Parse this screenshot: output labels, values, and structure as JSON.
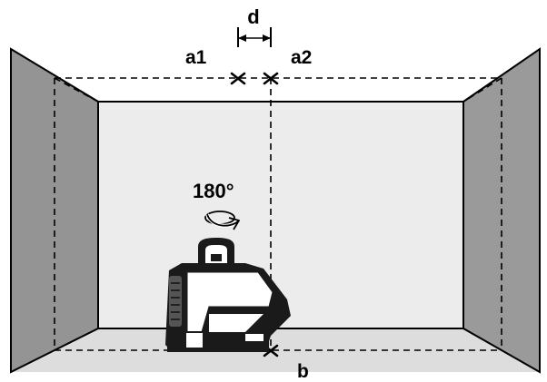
{
  "labels": {
    "dimension": "d",
    "point_a1": "a1",
    "point_a2": "a2",
    "rotation": "180°",
    "point_b": "b"
  },
  "colors": {
    "side_wall": "#949494",
    "back_wall": "#ececec",
    "floor": "#dddddd",
    "ceiling": "#ffffff",
    "outline": "#000000",
    "device_body": "#1a1a1a",
    "device_face": "#ffffff"
  },
  "icons": {
    "rotation": "rotate-arrow-icon",
    "device": "laser-level-icon",
    "marks": "cross-mark-icon"
  }
}
